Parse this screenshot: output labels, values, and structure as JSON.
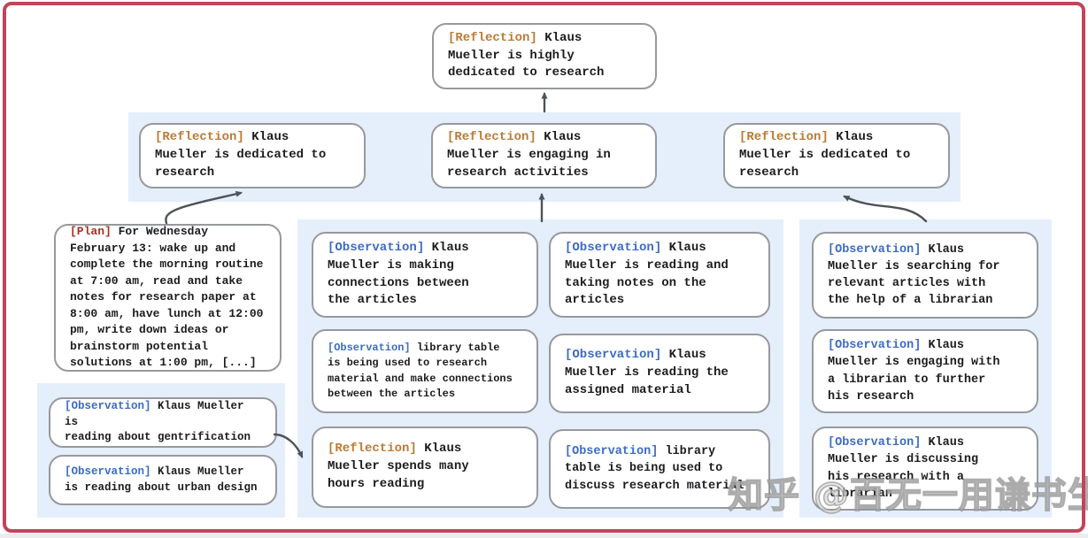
{
  "colors": {
    "frame": "#c2445a",
    "band": "#e5eefb",
    "box_border": "#97999c",
    "text": "#1c1c1e",
    "tag_reflection": "#bc7a35",
    "tag_observation": "#3c6bc5",
    "tag_plan": "#a63226",
    "arrow": "#4d5359"
  },
  "watermark": "知乎 @百无一用谦书生",
  "boxes": {
    "root": {
      "tag": "[Reflection]",
      "text": "Klaus\nMueller is highly\ndedicated to research"
    },
    "refl_left": {
      "tag": "[Reflection]",
      "text": "Klaus\nMueller is dedicated to\nresearch"
    },
    "refl_mid": {
      "tag": "[Reflection]",
      "text": "Klaus\nMueller is engaging in\nresearch activities"
    },
    "refl_right": {
      "tag": "[Reflection]",
      "text": "Klaus\nMueller is dedicated to\nresearch"
    },
    "plan": {
      "tag": "[Plan]",
      "text": "For Wednesday\nFebruary 13: wake up and\ncomplete the morning routine\nat 7:00 am, read and take\nnotes for research paper at\n8:00 am, have lunch at 12:00\npm, write down ideas or\nbrainstorm potential\nsolutions at 1:00 pm, [...]"
    },
    "obs_gentrification": {
      "tag": "[Observation]",
      "text": "Klaus Mueller is\nreading about gentrification"
    },
    "obs_urban_design": {
      "tag": "[Observation]",
      "text": "Klaus Mueller\nis reading about urban design"
    },
    "obs_connections": {
      "tag": "[Observation]",
      "text": "Klaus\nMueller is making\nconnections between\nthe articles"
    },
    "obs_library_research": {
      "tag": "[Observation]",
      "text": "library table\nis being used to research\nmaterial and make connections\nbetween the articles"
    },
    "refl_hours": {
      "tag": "[Reflection]",
      "text": "Klaus\nMueller spends many\nhours reading"
    },
    "obs_taking_notes": {
      "tag": "[Observation]",
      "text": "Klaus\nMueller is reading and\ntaking notes on the\narticles"
    },
    "obs_assigned": {
      "tag": "[Observation]",
      "text": "Klaus\nMueller is reading the\nassigned material"
    },
    "obs_library_discuss": {
      "tag": "[Observation]",
      "text": "library\ntable is being used to\ndiscuss research material"
    },
    "obs_searching": {
      "tag": "[Observation]",
      "text": "Klaus\nMueller is searching for\nrelevant articles with\nthe help of a librarian"
    },
    "obs_engaging": {
      "tag": "[Observation]",
      "text": "Klaus\nMueller is engaging with\na librarian to further\nhis research"
    },
    "obs_discussing": {
      "tag": "[Observation]",
      "text": "Klaus\nMueller is discussing\nhis research with a\nlibrarian"
    }
  }
}
